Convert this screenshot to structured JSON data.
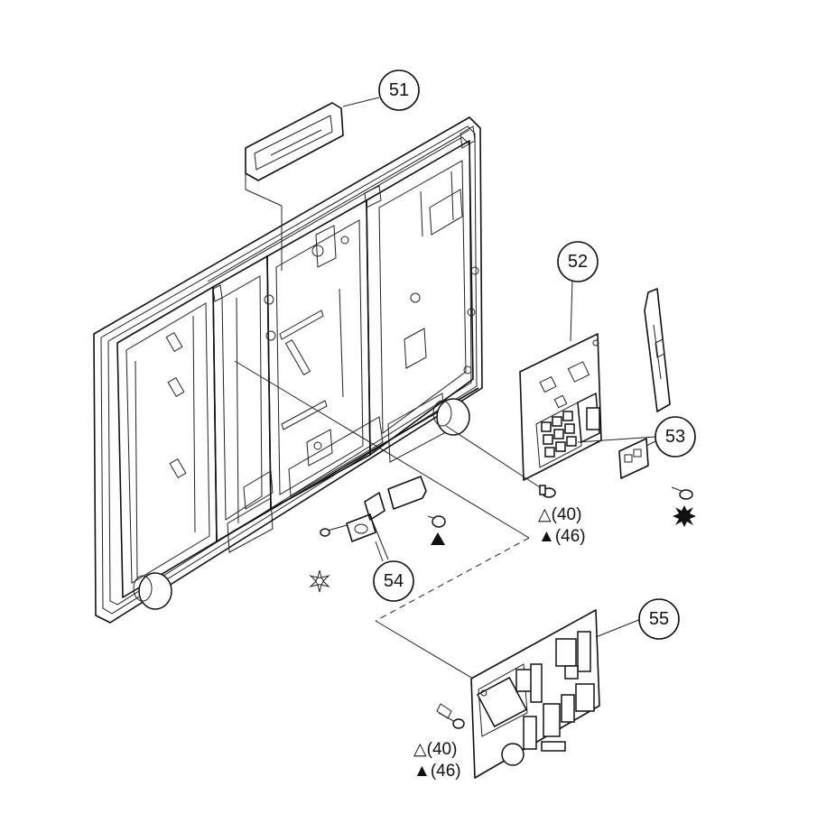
{
  "callouts": {
    "c51": "51",
    "c52": "52",
    "c53": "53",
    "c54": "54",
    "c55": "55"
  },
  "refs": {
    "open_40": "(40)",
    "filled_46": "(46)"
  },
  "symbols": {
    "open_triangle": "△",
    "filled_triangle": "▲"
  }
}
